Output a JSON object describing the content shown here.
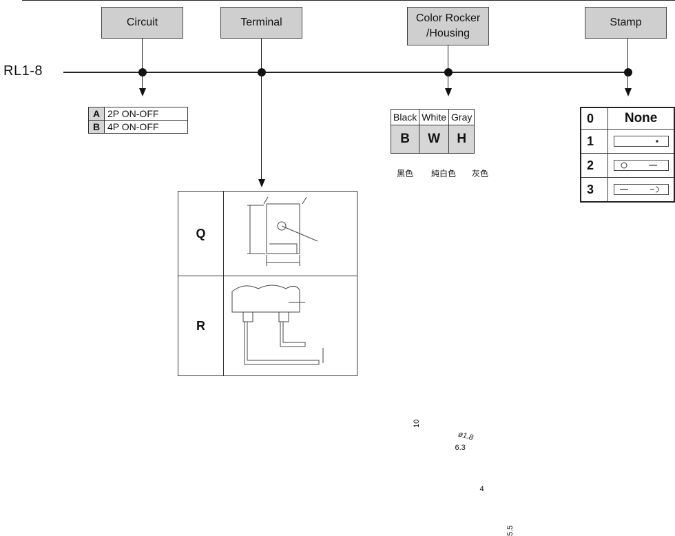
{
  "model": "RL1-8",
  "headers": {
    "circuit": "Circuit",
    "terminal": "Terminal",
    "color_line1": "Color Rocker",
    "color_line2": "/Housing",
    "stamp": "Stamp"
  },
  "circuit_options": [
    {
      "code": "A",
      "label": "2P ON-OFF"
    },
    {
      "code": "B",
      "label": "4P ON-OFF"
    }
  ],
  "color_options": {
    "names": [
      "Black",
      "White",
      "Gray"
    ],
    "codes": [
      "B",
      "W",
      "H"
    ],
    "cjk": [
      "黑色",
      "純白色",
      "灰色"
    ]
  },
  "stamp_options": [
    {
      "code": "0",
      "label": "None",
      "symbol": "none"
    },
    {
      "code": "1",
      "symbol": "dot-right"
    },
    {
      "code": "2",
      "symbol": "circle-dash"
    },
    {
      "code": "3",
      "symbol": "dash-circle-tail"
    }
  ],
  "terminal_options": [
    {
      "code": "Q",
      "dims": {
        "height": "10",
        "width": "6.3",
        "hole": "ø1.8"
      }
    },
    {
      "code": "R",
      "dims": {
        "pitch": "4",
        "length": "5.5"
      }
    }
  ]
}
